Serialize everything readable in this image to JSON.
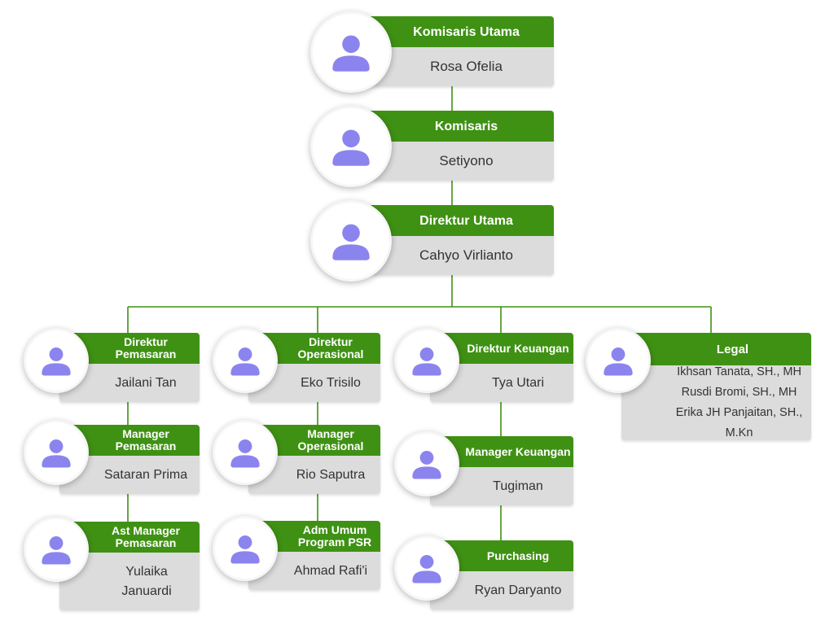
{
  "colors": {
    "header_green": "#3f9114",
    "card_gray": "#dcdcdc",
    "connector": "#3f9114",
    "avatar_purple": "#8b84ee"
  },
  "icon": "person-avatar-icon",
  "nodes": {
    "komisaris_utama": {
      "title": "Komisaris Utama",
      "name": "Rosa Ofelia"
    },
    "komisaris": {
      "title": "Komisaris",
      "name": "Setiyono"
    },
    "direktur_utama": {
      "title": "Direktur Utama",
      "name": "Cahyo Virlianto"
    },
    "direktur_pemasaran": {
      "title": "Direktur Pemasaran",
      "name": "Jailani Tan"
    },
    "direktur_operasional": {
      "title": "Direktur Operasional",
      "name": "Eko Trisilo"
    },
    "direktur_keuangan": {
      "title": "Direktur Keuangan",
      "name": "Tya Utari"
    },
    "legal": {
      "title": "Legal",
      "names": [
        "Ikhsan Tanata, SH., MH",
        "Rusdi Bromi, SH., MH",
        "Erika JH Panjaitan, SH., M.Kn"
      ]
    },
    "manager_pemasaran": {
      "title": "Manager Pemasaran",
      "name": "Sataran Prima"
    },
    "manager_operasional": {
      "title": "Manager Operasional",
      "name": "Rio Saputra"
    },
    "manager_keuangan": {
      "title": "Manager Keuangan",
      "name": "Tugiman"
    },
    "ast_manager_pemasaran": {
      "title": "Ast Manager Pemasaran",
      "name": "Yulaika Januardi"
    },
    "adm_umum": {
      "title": "Adm Umum Program PSR",
      "name": "Ahmad Rafi'i"
    },
    "purchasing": {
      "title": "Purchasing",
      "name": "Ryan Daryanto"
    }
  }
}
